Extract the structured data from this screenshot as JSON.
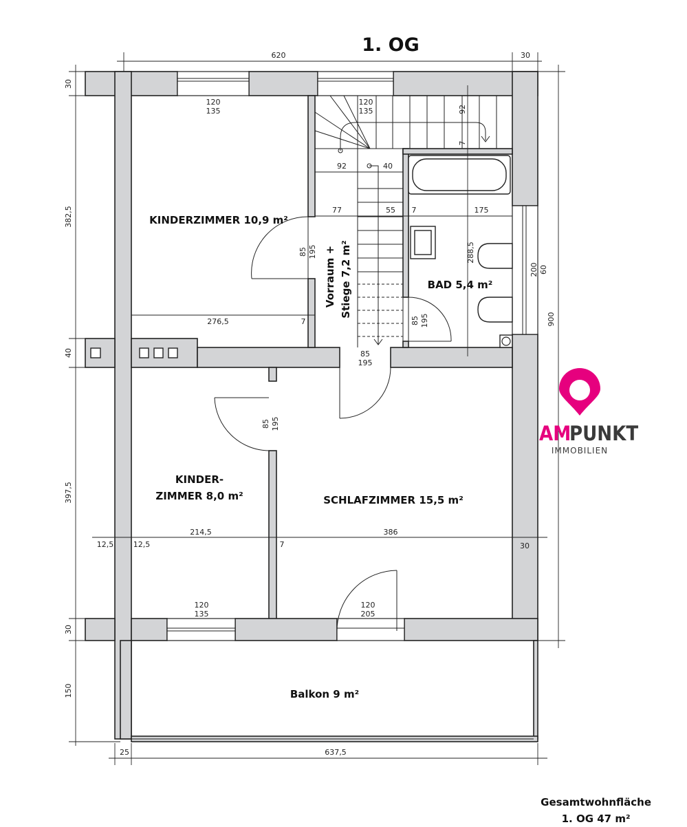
{
  "plan": {
    "title": "1. OG",
    "rooms": [
      {
        "name": "KINDERZIMMER 10,9 m²"
      },
      {
        "name": "BAD 5,4 m²"
      },
      {
        "name": "KINDER-",
        "name2": "ZIMMER 8,0 m²"
      },
      {
        "name": "SCHLAFZIMMER 15,5 m²"
      },
      {
        "name": "Balkon 9 m²"
      },
      {
        "name": "Vorraum +",
        "name2": "Stiege 7,2 m²"
      }
    ],
    "dimensions": {
      "top_width": "620",
      "top_right": "30",
      "left_30_top": "30",
      "left_height_1": "382,5",
      "left_40": "40",
      "left_height_2": "397,5",
      "left_30_bottom": "30",
      "left_150": "150",
      "right_900": "900",
      "bottom_25": "25",
      "bottom_width": "637,5",
      "kid1_width": "276,5",
      "kid1_7": "7",
      "kid2_width": "214,5",
      "left_12_5a": "12,5",
      "left_12_5b": "12,5",
      "sleep_width": "386",
      "sleep_7": "7",
      "right_30": "30",
      "stair_92": "92",
      "stair_40": "40",
      "stair_77": "77",
      "stair_55": "55",
      "stair_7": "7",
      "bath_175": "175",
      "bath_288_5": "288,5",
      "stair_v92": "92",
      "stair_v7": "7",
      "bath_win_200": "200",
      "bath_win_60": "60",
      "win_a_w": "120",
      "win_a_h": "135",
      "win_b_w": "120",
      "win_b_h": "135",
      "win_c_w": "120",
      "win_c_h": "135",
      "balc_door_w": "120",
      "balc_door_h": "205",
      "door_kid1_w": "85",
      "door_kid1_h": "195",
      "door_bath_w": "85",
      "door_bath_h": "195",
      "door_stair_w": "85",
      "door_stair_h": "195",
      "door_kid2_w": "85",
      "door_kid2_h": "195"
    }
  },
  "logo": {
    "brand_a": "AM",
    "brand_b": "PUNKT",
    "subtitle": "IMMOBILIEN",
    "colors": {
      "accent": "#e6007e",
      "dark": "#3a3a3a"
    }
  },
  "footer": {
    "line1": "Gesamtwohnfläche",
    "line2": "1. OG 47 m²"
  }
}
